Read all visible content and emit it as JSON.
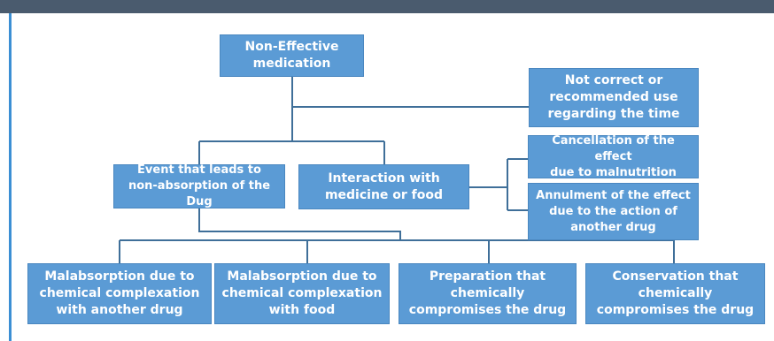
{
  "colors": {
    "header_bar": "#4a5b6e",
    "accent_rule": "#3b8fd4",
    "node_fill": "#5b9bd5",
    "connector": "#3f6f99"
  },
  "diagram": {
    "root": "Non-Effective\nmedication",
    "time_use": "Not correct or\nrecommended use\nregarding the time",
    "non_absorption": "Event that leads to\nnon-absorption of the Dug",
    "interaction": "Interaction with\nmedicine or food",
    "malnutrition": "Cancellation of the effect\ndue to malnutrition",
    "annulment": "Annulment of the effect\ndue to the action of\nanother drug",
    "leaves": [
      "Malabsorption due to\nchemical complexation\nwith another drug",
      "Malabsorption due to\nchemical complexation\nwith food",
      "Preparation that\nchemically\ncompromises the drug",
      "Conservation that\nchemically\ncompromises the drug"
    ]
  }
}
